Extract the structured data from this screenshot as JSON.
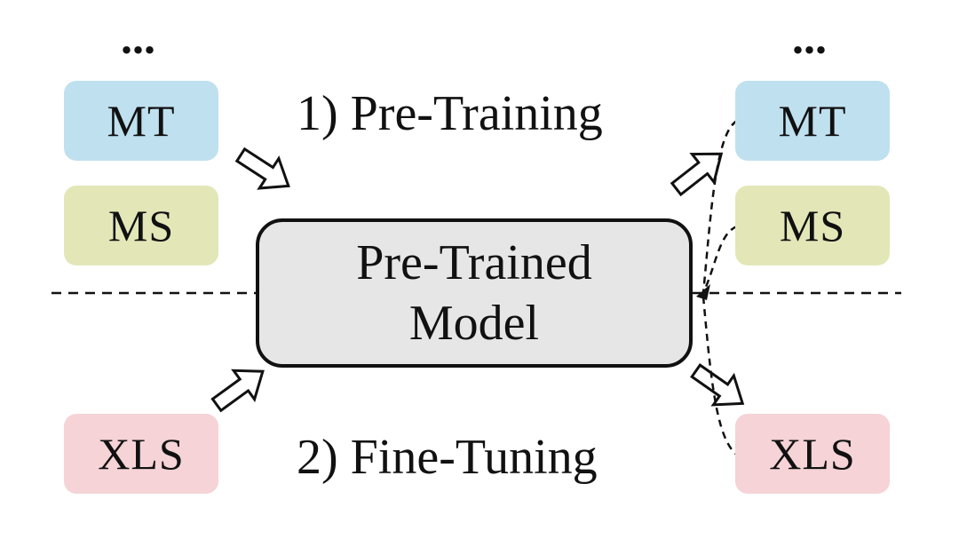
{
  "colors": {
    "mt": "#bfe0ef",
    "ms": "#e3e7b8",
    "xls": "#f5d3d6",
    "model_fill": "#e6e6e6",
    "stroke": "#111111"
  },
  "left": {
    "ellipsis": "...",
    "tasks": [
      "MT",
      "MS",
      "XLS"
    ]
  },
  "right": {
    "ellipsis": "...",
    "tasks": [
      "MT",
      "MS",
      "XLS"
    ]
  },
  "phases": {
    "pre_training": "1) Pre-Training",
    "fine_tuning": "2) Fine-Tuning"
  },
  "model": {
    "line1": "Pre-Trained",
    "line2": "Model"
  }
}
